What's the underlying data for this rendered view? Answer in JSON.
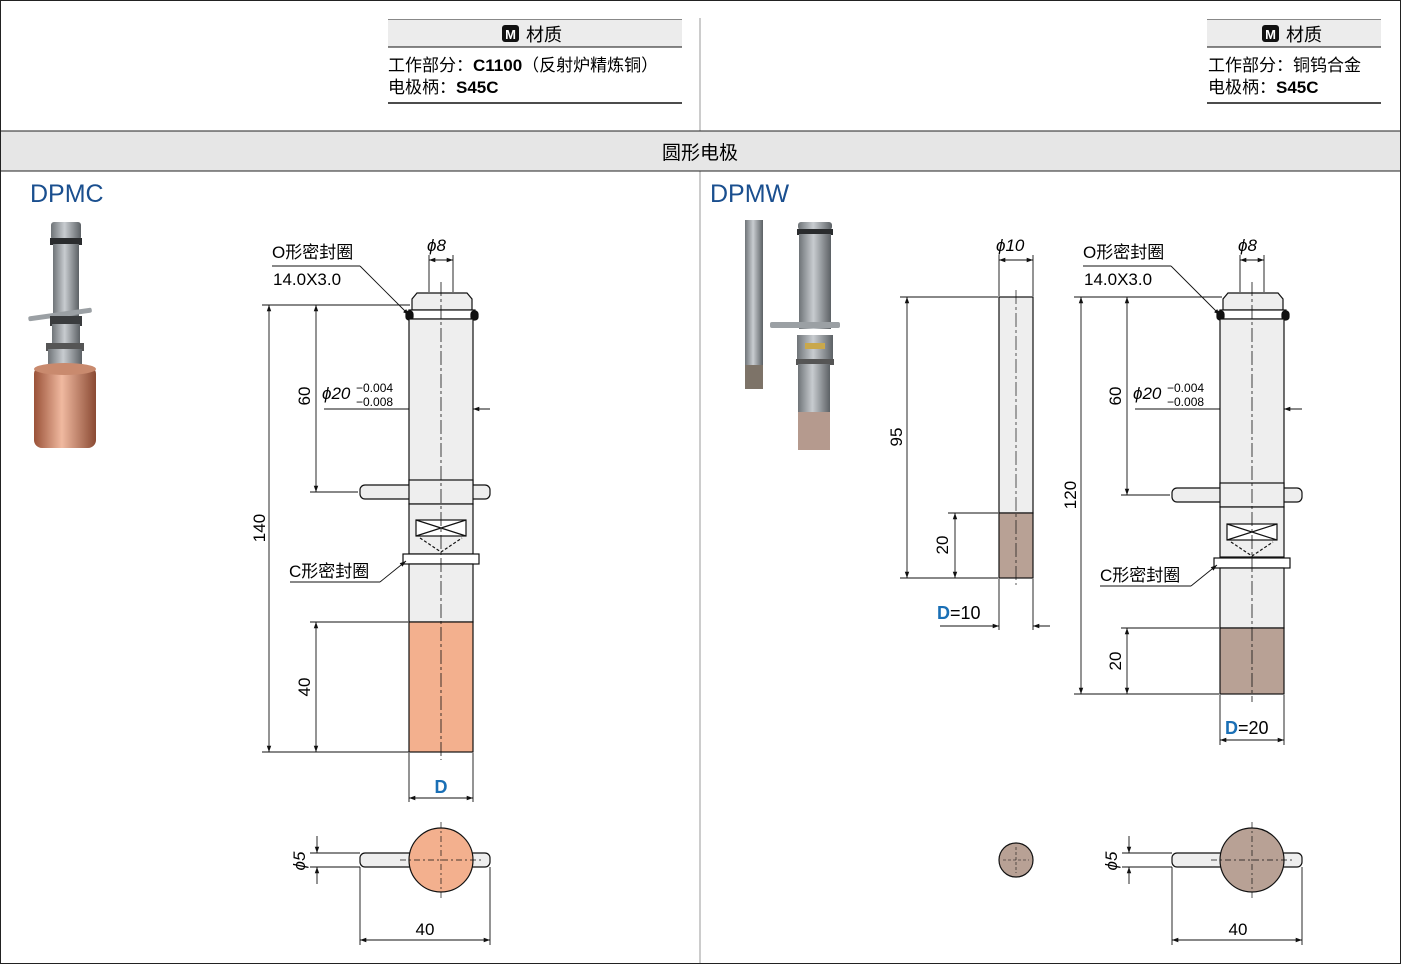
{
  "header": {
    "left": {
      "badge": "M",
      "title": "材质",
      "line1_label": "工作部分：",
      "line1_value": "C1100",
      "line1_note": "（反射炉精炼铜）",
      "line2_label": "电极柄：",
      "line2_value": "S45C"
    },
    "right": {
      "badge": "M",
      "title": "材质",
      "line1_label": "工作部分：",
      "line1_value": "铜钨合金",
      "line2_label": "电极柄：",
      "line2_value": "S45C"
    }
  },
  "section_title": "圆形电极",
  "left_panel": {
    "model": "DPMC",
    "oring_label": "O形密封圈",
    "oring_size": "14.0X3.0",
    "phi8": "ϕ8",
    "dim60": "60",
    "phi20": "ϕ20",
    "tol_upper": "−0.004",
    "tol_lower": "−0.008",
    "dim140": "140",
    "cring_label": "C形密封圈",
    "dim40v": "40",
    "d_label": "D",
    "phi5": "ϕ5",
    "dim40h": "40"
  },
  "right_panel": {
    "model": "DPMW",
    "phi10": "ϕ10",
    "dim95": "95",
    "dim20a": "20",
    "d10_d": "D",
    "d10_val": "=10",
    "oring_label": "O形密封圈",
    "oring_size": "14.0X3.0",
    "phi8": "ϕ8",
    "dim60": "60",
    "phi20": "ϕ20",
    "tol_upper": "−0.004",
    "tol_lower": "−0.008",
    "dim120": "120",
    "cring_label": "C形密封圈",
    "dim20b": "20",
    "d20_d": "D",
    "d20_val": "=20",
    "phi5": "ϕ5",
    "dim40h": "40"
  },
  "colors": {
    "copper": "#f3b08e",
    "tungsten": "#b8a195",
    "accent_blue": "#1a6fb5",
    "band": "#e6e6e6"
  }
}
